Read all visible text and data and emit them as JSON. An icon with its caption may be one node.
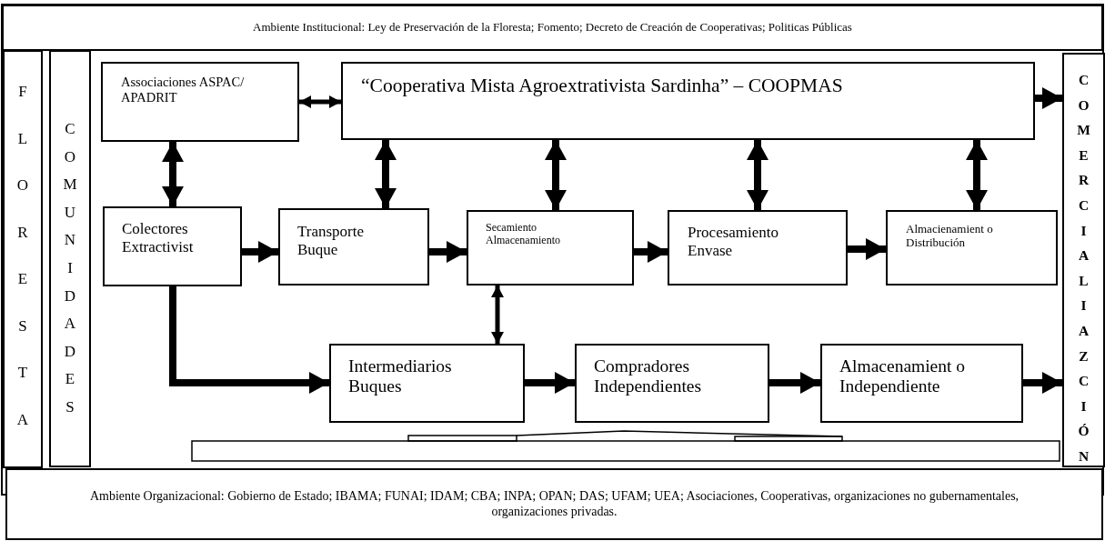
{
  "diagram": {
    "nodes": [
      {
        "text": [
          "Ambiente Institucional: Ley de Preservación de la Floresta; Fomento; Decreto de Creación de Cooperativas; Politicas Públicas"
        ]
      },
      {
        "text": [
          "FLORESTA"
        ]
      },
      {
        "text": [
          "COMUNIDADES"
        ]
      },
      {
        "text": [
          "Associaciones ASPAC/ APADRIT"
        ]
      },
      {
        "text": [
          "“Cooperativa Mista Agroextrativista Sardinha” – COOPMAS"
        ]
      },
      {
        "text": [
          "COMERCIALIAZCIÓN"
        ]
      },
      {
        "text": [
          "Colectores Extractivist"
        ]
      },
      {
        "text": [
          "Transporte Buque"
        ]
      },
      {
        "text": [
          "Secamiento Almacenamiento"
        ]
      },
      {
        "text": [
          "Procesamiento Envase"
        ]
      },
      {
        "text": [
          "Almacienamient o Distribución"
        ]
      },
      {
        "text": [
          "Intermediarios Buques"
        ]
      },
      {
        "text": [
          "Compradores Independientes"
        ]
      },
      {
        "text": [
          "Almacenamient o Independiente"
        ]
      },
      {
        "text": [
          "Ambiente Organizacional: Gobierno de Estado; IBAMA; FUNAI; IDAM; CBA; INPA; OPAN; DAS; UFAM; UEA; Asociaciones, Cooperativas, organizaciones no gubernamentales, organizaciones privadas."
        ]
      }
    ],
    "edges": [
      {
        "from": 3,
        "to": 4,
        "arrow": "both"
      },
      {
        "from": 3,
        "to": 6,
        "arrow": "both"
      },
      {
        "from": 4,
        "to": 7,
        "arrow": "both"
      },
      {
        "from": 4,
        "to": 8,
        "arrow": "both"
      },
      {
        "from": 4,
        "to": 9,
        "arrow": "both"
      },
      {
        "from": 4,
        "to": 10,
        "arrow": "both"
      },
      {
        "from": 4,
        "to": 5,
        "arrow": "to"
      },
      {
        "from": 6,
        "to": 7,
        "arrow": "to"
      },
      {
        "from": 7,
        "to": 8,
        "arrow": "to"
      },
      {
        "from": 8,
        "to": 9,
        "arrow": "to"
      },
      {
        "from": 9,
        "to": 10,
        "arrow": "to"
      },
      {
        "from": 8,
        "to": 11,
        "arrow": "both"
      },
      {
        "from": 6,
        "to": 11,
        "arrow": "to"
      },
      {
        "from": 11,
        "to": 12,
        "arrow": "to"
      },
      {
        "from": 12,
        "to": 13,
        "arrow": "to"
      },
      {
        "from": 13,
        "to": 5,
        "arrow": "to"
      }
    ]
  }
}
